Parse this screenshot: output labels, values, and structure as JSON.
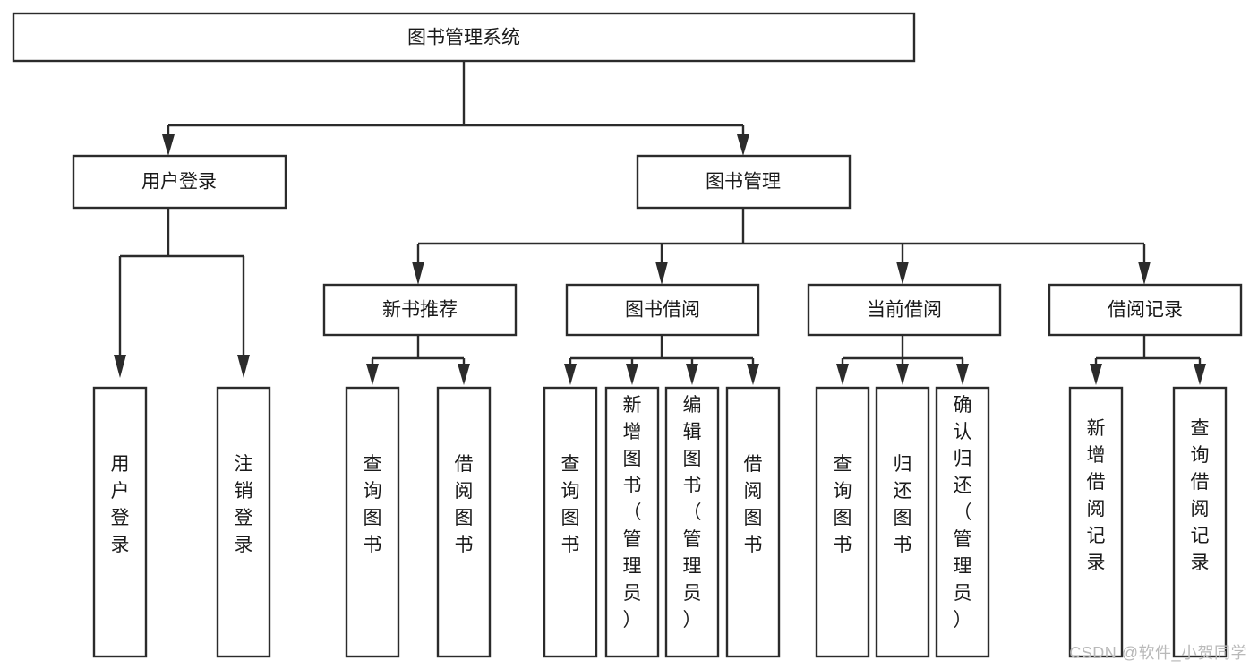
{
  "diagram": {
    "title": "图书管理系统",
    "type": "tree-hierarchy-diagram",
    "watermark": "CSDN @软件_小贺同学",
    "colors": {
      "stroke": "#2b2b2b",
      "fill": "#ffffff",
      "text": "#1a1a1a",
      "watermark": "#b9b9b9"
    },
    "nodes": {
      "root": {
        "label": "图书管理系统",
        "orientation": "horizontal"
      },
      "level1": [
        {
          "id": "user-login",
          "label": "用户登录",
          "orientation": "horizontal"
        },
        {
          "id": "book-manage",
          "label": "图书管理",
          "orientation": "horizontal"
        }
      ],
      "level2": [
        {
          "id": "new-book-recommend",
          "label": "新书推荐",
          "orientation": "horizontal"
        },
        {
          "id": "book-borrow",
          "label": "图书借阅",
          "orientation": "horizontal"
        },
        {
          "id": "current-borrow",
          "label": "当前借阅",
          "orientation": "horizontal"
        },
        {
          "id": "borrow-record",
          "label": "借阅记录",
          "orientation": "horizontal"
        }
      ],
      "leaves": {
        "user-login": [
          {
            "id": "leaf-user-login",
            "label": "用户登录",
            "orientation": "vertical"
          },
          {
            "id": "leaf-user-logout",
            "label": "注销登录",
            "orientation": "vertical"
          }
        ],
        "new-book-recommend": [
          {
            "id": "leaf-query-book-1",
            "label": "查询图书",
            "orientation": "vertical"
          },
          {
            "id": "leaf-borrow-book-1",
            "label": "借阅图书",
            "orientation": "vertical"
          }
        ],
        "book-borrow": [
          {
            "id": "leaf-query-book-2",
            "label": "查询图书",
            "orientation": "vertical"
          },
          {
            "id": "leaf-add-book",
            "label": "新增图书（管理员）",
            "orientation": "vertical"
          },
          {
            "id": "leaf-edit-book",
            "label": "编辑图书（管理员）",
            "orientation": "vertical"
          },
          {
            "id": "leaf-borrow-book-2",
            "label": "借阅图书",
            "orientation": "vertical"
          }
        ],
        "current-borrow": [
          {
            "id": "leaf-query-book-3",
            "label": "查询图书",
            "orientation": "vertical"
          },
          {
            "id": "leaf-return-book",
            "label": "归还图书",
            "orientation": "vertical"
          },
          {
            "id": "leaf-confirm-return",
            "label": "确认归还（管理员）",
            "orientation": "vertical"
          }
        ],
        "borrow-record": [
          {
            "id": "leaf-add-record",
            "label": "新增借阅记录",
            "orientation": "vertical"
          },
          {
            "id": "leaf-query-record",
            "label": "查询借阅记录",
            "orientation": "vertical"
          }
        ]
      }
    }
  }
}
